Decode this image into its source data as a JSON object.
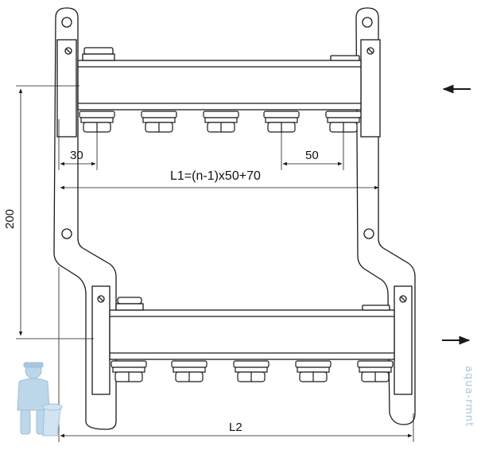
{
  "dimensions": {
    "offset": "30",
    "pitch": "50",
    "height": "200",
    "total_length": "L2",
    "formula": "L1=(n-1)x50+70"
  },
  "watermark": "aqua-rmnt",
  "colors": {
    "line": "#1a1a1a",
    "fill": "#ffffff",
    "watermark": "#a9c8e0"
  }
}
